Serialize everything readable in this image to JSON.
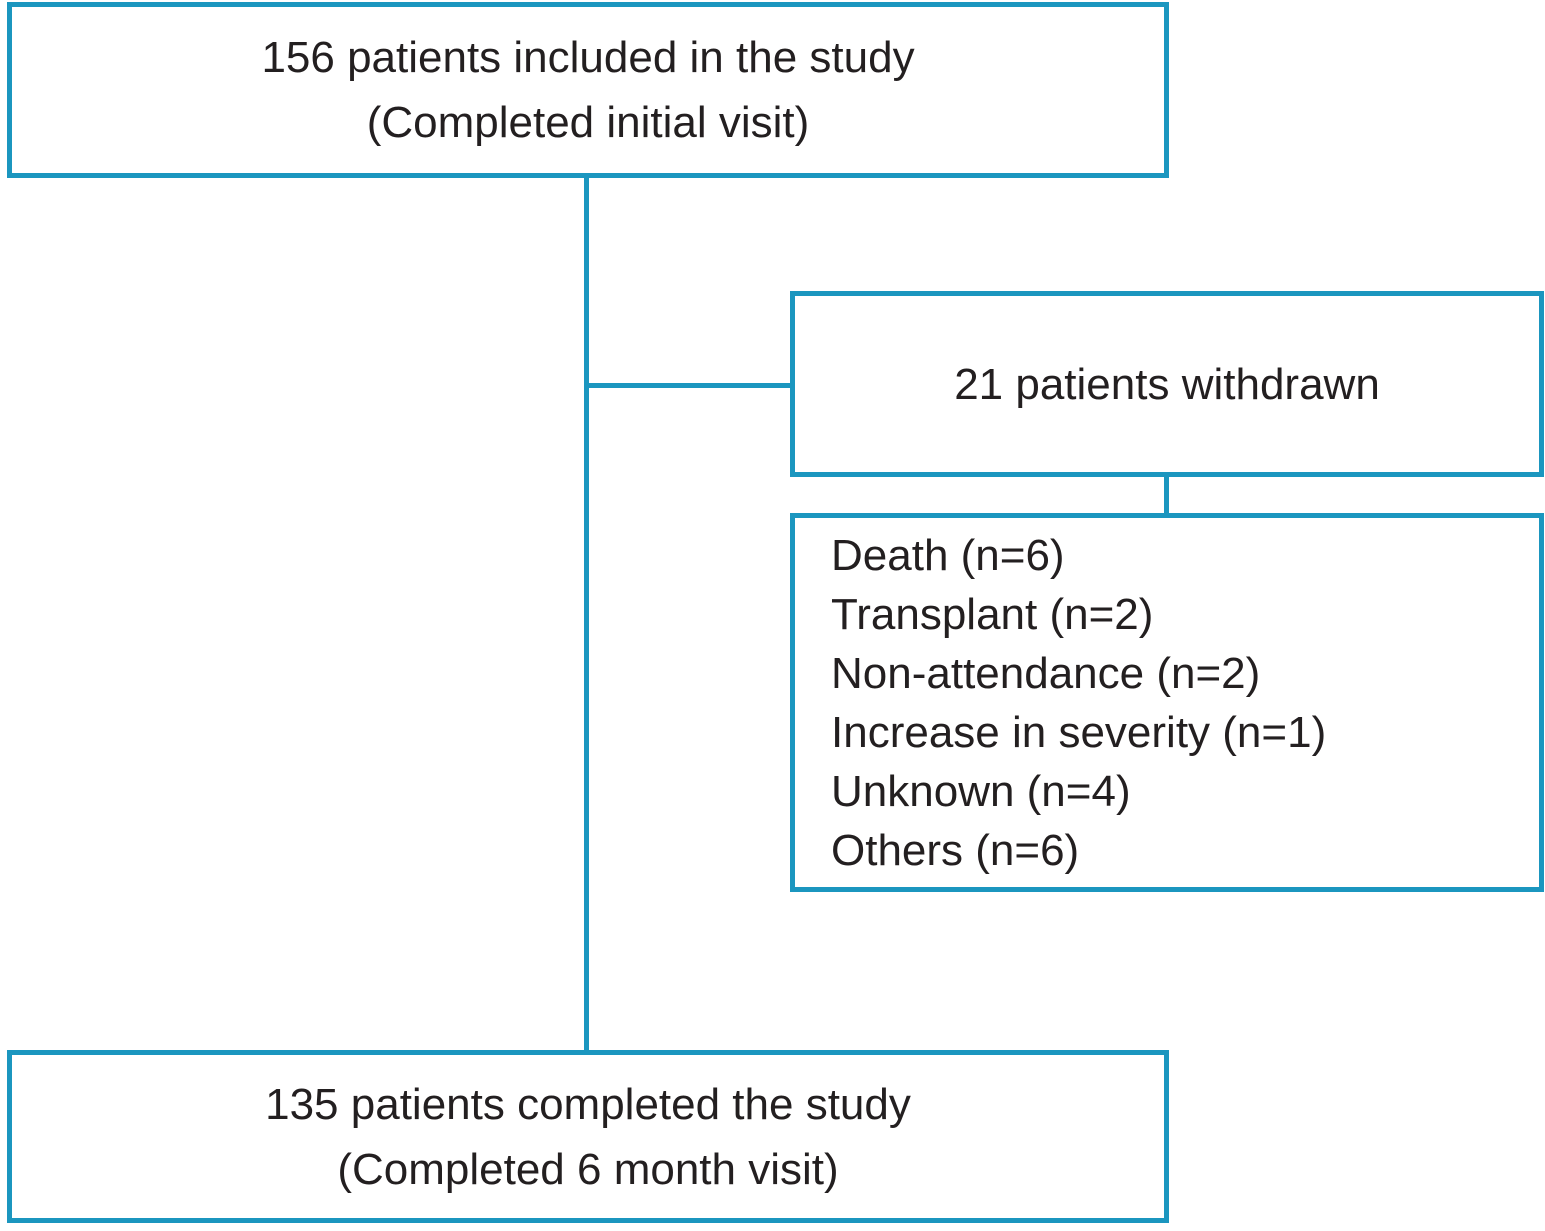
{
  "colors": {
    "box_border": "#1b96bf",
    "connector": "#1b96bf",
    "text": "#231f20",
    "background": "#ffffff"
  },
  "diagram": {
    "included_box": {
      "line1": "156 patients included in the study",
      "line2": "(Completed initial visit)"
    },
    "withdrawn_box": {
      "label": "21 patients withdrawn"
    },
    "reasons_box": {
      "items": [
        "Death (n=6)",
        "Transplant (n=2)",
        "Non-attendance (n=2)",
        "Increase in severity (n=1)",
        "Unknown (n=4)",
        "Others (n=6)"
      ]
    },
    "completed_box": {
      "line1": "135 patients completed the study",
      "line2": "(Completed 6 month visit)"
    }
  }
}
